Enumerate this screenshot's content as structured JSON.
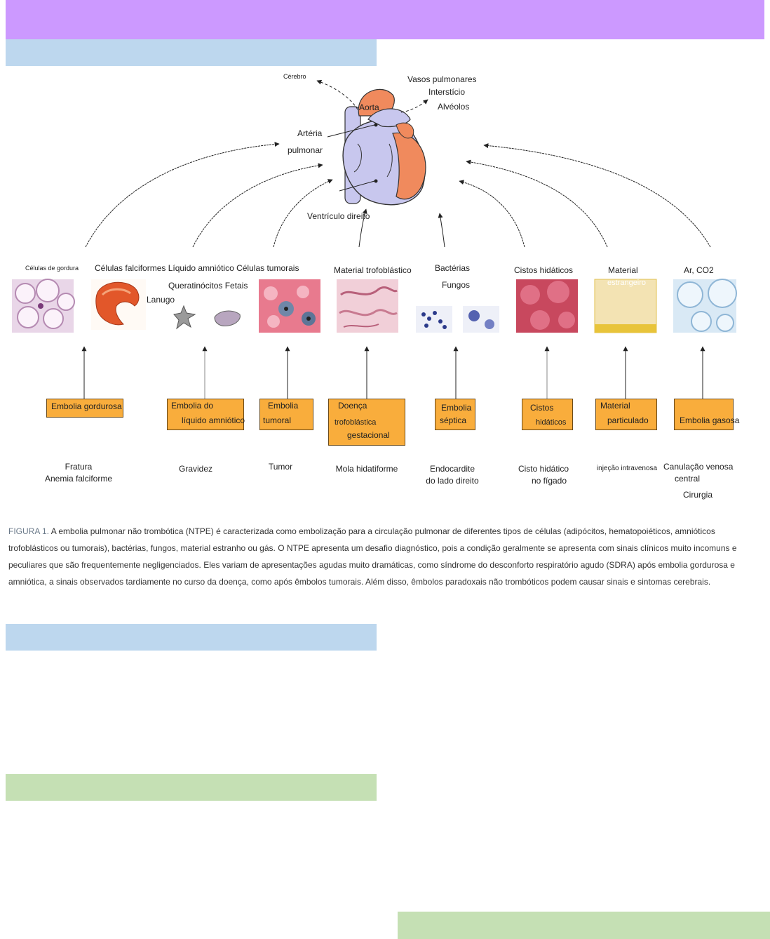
{
  "colors": {
    "header_band": "#cc99ff",
    "blue_band": "#bdd7ee",
    "green_band": "#c5e0b4",
    "box_fill": "#f9ad3c"
  },
  "heart_labels": {
    "cerebro": "Cérebro",
    "aorta": "Aorta",
    "vasos": "Vasos pulmonares",
    "intersticio": "Interstício",
    "alveolos": "Alvéolos",
    "arteria": "Artéria",
    "pulmonar": "pulmonar",
    "ventriculo": "Ventrículo direito"
  },
  "cell_labels": {
    "gordura": "Células de gordura",
    "falciformes_row": "Células falciformes Líquido amniótico Células tumorais",
    "queratinocitos": "Queratinócitos Fetais",
    "lanugo": "Lanugo",
    "trofoblastico": "Material trofoblástico",
    "bacterias": "Bactérias",
    "fungos": "Fungos",
    "cistos": "Cistos hidáticos",
    "material": "Material",
    "estrangeiro": "estrangeiro",
    "ar": "Ar, CO2"
  },
  "boxes": [
    {
      "lines": [
        "Embolia gordurosa"
      ]
    },
    {
      "lines": [
        "Embolia do",
        "líquido amniótico"
      ]
    },
    {
      "lines": [
        "Embolia",
        "tumoral"
      ]
    },
    {
      "lines": [
        "Doença",
        "trofoblástica",
        "gestacional"
      ]
    },
    {
      "lines": [
        "Embolia",
        "séptica"
      ]
    },
    {
      "lines": [
        "Cistos",
        "hidáticos"
      ]
    },
    {
      "lines": [
        "Material",
        "particulado"
      ]
    },
    {
      "lines": [
        "Embolia gasosa"
      ]
    }
  ],
  "causes": [
    {
      "lines": [
        "Fratura",
        "Anemia falciforme"
      ]
    },
    {
      "lines": [
        "Gravidez"
      ]
    },
    {
      "lines": [
        "Tumor"
      ]
    },
    {
      "lines": [
        "Mola hidatiforme"
      ]
    },
    {
      "lines": [
        "Endocardite",
        "do lado direito"
      ]
    },
    {
      "lines": [
        "Cisto hidático",
        "no fígado"
      ]
    },
    {
      "lines": [
        "injeção intravenosa"
      ]
    },
    {
      "lines": [
        "Canulação venosa",
        "central",
        "Cirurgia"
      ]
    }
  ],
  "caption": {
    "fig": "FIGURA 1.",
    "text": "A embolia pulmonar não trombótica (NTPE) é caracterizada como embolização para a circulação pulmonar de diferentes tipos de células (adipócitos, hematopoiéticos, amnióticos trofoblásticos ou tumorais), bactérias, fungos, material estranho ou gás. O NTPE apresenta um desafio diagnóstico, pois a condição geralmente se apresenta com sinais clínicos muito incomuns e peculiares que são frequentemente negligenciados. Eles variam de apresentações agudas muito dramáticas, como síndrome do desconforto respiratório agudo (SDRA) após embolia gordurosa e amniótica, a sinais observados tardiamente no curso da doença, como após êmbolos tumorais. Além disso, êmbolos paradoxais não trombóticos podem causar sinais e sintomas cerebrais."
  }
}
